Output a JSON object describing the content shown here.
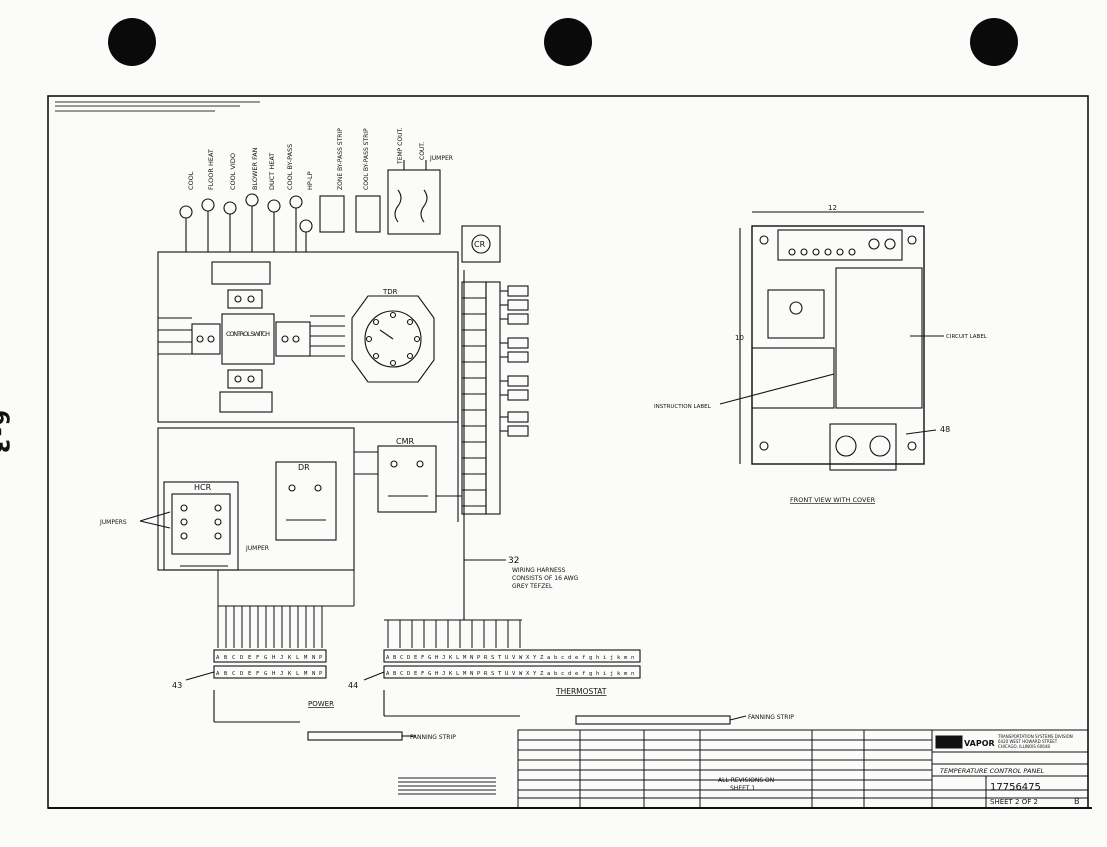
{
  "page_number": "6-3",
  "switch_labels": [
    "COOL",
    "FLOOR HEAT",
    "COOL VIDO",
    "BLOWER FAN",
    "DUCT HEAT",
    "COOL BY-PASS",
    "HP-LP"
  ],
  "bypass_labels": [
    "ZONE BY-PASS STRIP",
    "COOL BY-PASS STRIP",
    "TEMP COUT.",
    "COUT."
  ],
  "jumper_label": "JUMPER",
  "jumpers_label": "JUMPERS",
  "cr_label": "CR",
  "control_switch": "CONTROL SWITCH",
  "tdr_label": "TDR",
  "dr_label": "DR",
  "cmr_label": "CMR",
  "hcr_label": "HCR",
  "wiring_ref": "32",
  "wiring_note_1": "WIRING HARNESS",
  "wiring_note_2": "CONSISTS OF 16 AWG",
  "wiring_note_3": "GREY TEFZEL",
  "callout_43": "43",
  "callout_44": "44",
  "callout_48": "48",
  "power_label": "POWER",
  "thermostat_label": "THERMOSTAT",
  "fanning_strip_1": "FANNING STRIP",
  "fanning_strip_2": "FANNING STRIP",
  "front_view_caption": "FRONT VIEW WITH COVER",
  "instruction_label": "INSTRUCTION LABEL",
  "circuit_label": "CIRCUIT LABEL",
  "dim_w": "12",
  "dim_h": "10",
  "power_letters": [
    "A",
    "B",
    "C",
    "D",
    "E",
    "F",
    "G",
    "H",
    "J",
    "K",
    "L",
    "M",
    "N",
    "P"
  ],
  "thermo_letters": [
    "A",
    "B",
    "C",
    "D",
    "E",
    "F",
    "G",
    "H",
    "J",
    "K",
    "L",
    "M",
    "N",
    "P",
    "R",
    "S",
    "T",
    "U",
    "V",
    "W",
    "X",
    "Y",
    "Z",
    "a",
    "b",
    "c",
    "d",
    "e",
    "f",
    "g",
    "h",
    "i",
    "j",
    "k",
    "m",
    "n"
  ],
  "title_block": {
    "company_line1": "TRANSPORTATION SYSTEMS DIVISION",
    "company_line2": "6420 WEST HOWARD STREET",
    "company_line3": "CHICAGO, ILLINOIS 60648",
    "brand": "VAPOR",
    "title": "TEMPERATURE CONTROL PANEL",
    "drawing_no": "17756475",
    "sheet": "SHEET 2 OF 2",
    "revision_note": "ALL REVISIONS ON",
    "revision_note_2": "SHEET 1",
    "rev_letter": "B"
  }
}
